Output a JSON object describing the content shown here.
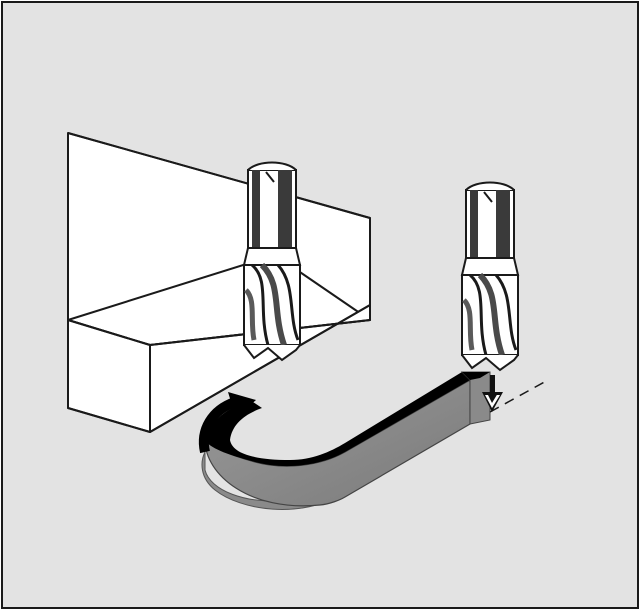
{
  "figure": {
    "title": "",
    "labels": [],
    "colors": {
      "background": "#e3e3e3",
      "frame": "#1a1a1a",
      "block_face": "#ffffff",
      "tool_body": "#ffffff",
      "tool_shadow": "#5e5e5e",
      "path_side": "#8a8a8a",
      "path_top": "#000000",
      "path_edge": "#6e6e6e",
      "arrow": "#111111"
    },
    "icons": [
      "workpiece-block",
      "end-mill-cutter",
      "approach-arc-arrow",
      "plunge-down-arrow",
      "tool-path-band"
    ]
  }
}
